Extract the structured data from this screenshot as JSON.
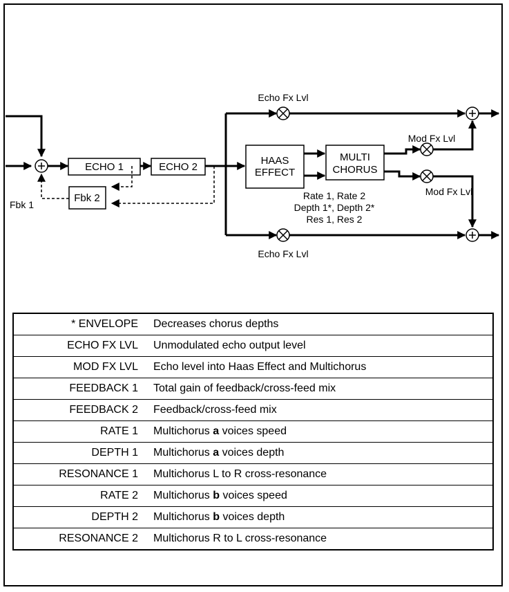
{
  "diagram": {
    "blocks": {
      "echo1": "ECHO 1",
      "echo2": "ECHO 2",
      "fbk2": "Fbk 2",
      "haas_line1": "HAAS",
      "haas_line2": "EFFECT",
      "multi_line1": "MULTI",
      "multi_line2": "CHORUS"
    },
    "labels": {
      "fbk1": "Fbk 1",
      "echo_fx_lvl_top": "Echo Fx Lvl",
      "echo_fx_lvl_bottom": "Echo Fx Lvl",
      "mod_fx_lvl_top": "Mod Fx Lvl",
      "mod_fx_lvl_bottom": "Mod Fx Lvl",
      "chorus_params_1": "Rate 1, Rate 2",
      "chorus_params_2": "Depth 1*, Depth 2*",
      "chorus_params_3": "Res 1, Res 2"
    }
  },
  "parameters": [
    {
      "name": "* ENVELOPE",
      "desc": [
        {
          "t": "Decreases chorus depths"
        }
      ]
    },
    {
      "name": "ECHO FX LVL",
      "desc": [
        {
          "t": "Unmodulated echo output level"
        }
      ]
    },
    {
      "name": "MOD FX LVL",
      "desc": [
        {
          "t": "Echo level into Haas Effect and Multichorus"
        }
      ]
    },
    {
      "name": "FEEDBACK 1",
      "desc": [
        {
          "t": "Total gain of feedback/cross-feed mix"
        }
      ]
    },
    {
      "name": "FEEDBACK 2",
      "desc": [
        {
          "t": "Feedback/cross-feed mix"
        }
      ]
    },
    {
      "name": "RATE 1",
      "desc": [
        {
          "t": "Multichorus "
        },
        {
          "t": "a",
          "b": true
        },
        {
          "t": " voices speed"
        }
      ]
    },
    {
      "name": "DEPTH 1",
      "desc": [
        {
          "t": "Multichorus "
        },
        {
          "t": "a",
          "b": true
        },
        {
          "t": " voices depth"
        }
      ]
    },
    {
      "name": "RESONANCE 1",
      "desc": [
        {
          "t": "Multichorus L to R cross-resonance"
        }
      ]
    },
    {
      "name": "RATE 2",
      "desc": [
        {
          "t": "Multichorus "
        },
        {
          "t": "b",
          "b": true
        },
        {
          "t": " voices speed"
        }
      ]
    },
    {
      "name": "DEPTH 2",
      "desc": [
        {
          "t": "Multichorus "
        },
        {
          "t": "b",
          "b": true
        },
        {
          "t": " voices depth"
        }
      ]
    },
    {
      "name": "RESONANCE 2",
      "desc": [
        {
          "t": "Multichorus R to L cross-resonance"
        }
      ]
    }
  ]
}
